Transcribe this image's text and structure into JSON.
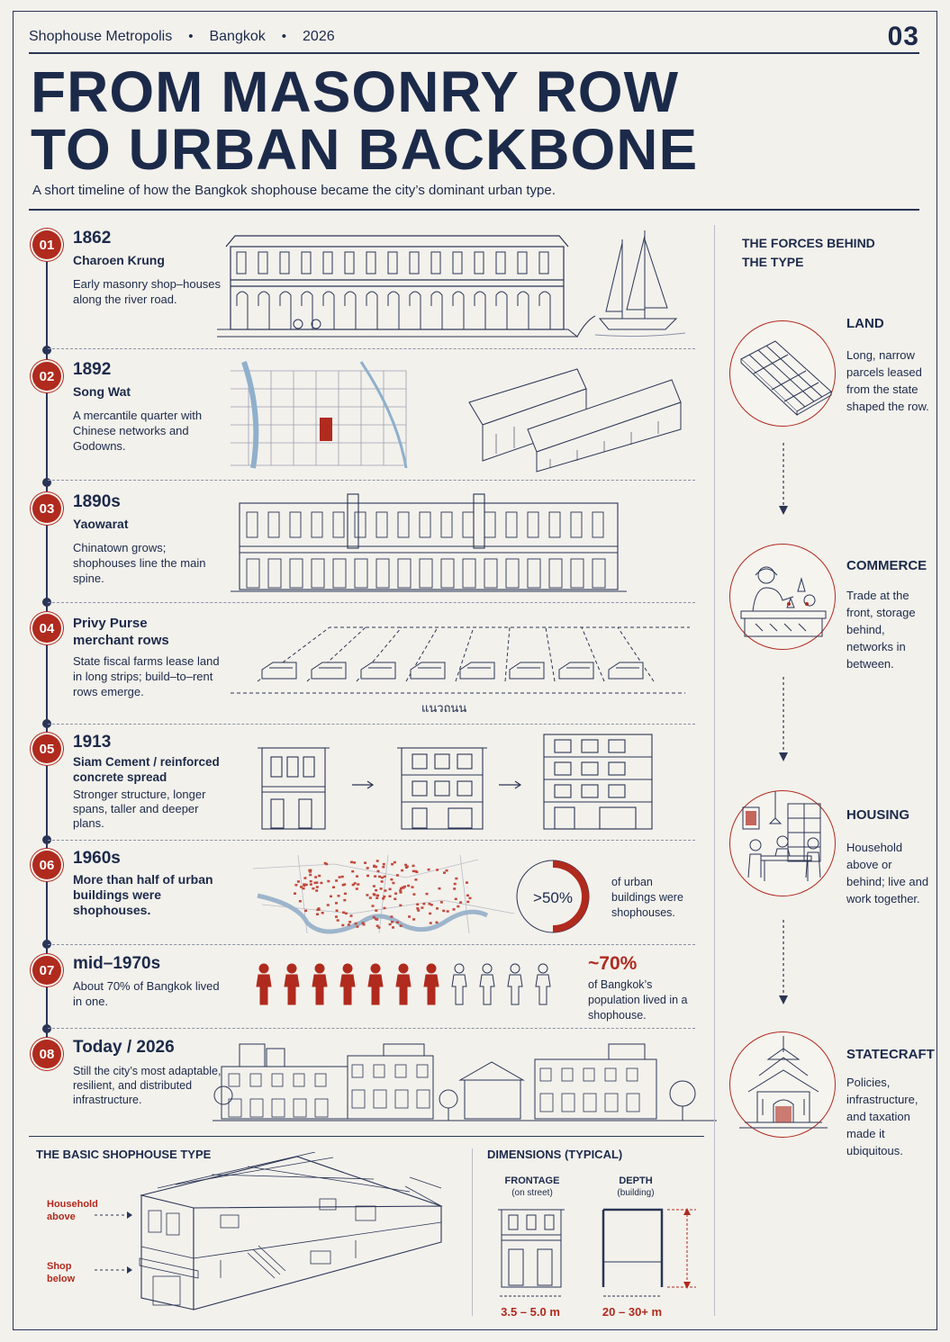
{
  "header": {
    "series": "Shophouse Metropolis",
    "city": "Bangkok",
    "year": "2026",
    "dot": "•",
    "page_number": "03",
    "title_line1": "FROM MASONRY ROW",
    "title_line2": "TO URBAN BACKBONE",
    "subtitle": "A short timeline of how the Bangkok shophouse became the city’s dominant urban type."
  },
  "timeline": [
    {
      "num": "01",
      "year": "1862",
      "place": "Charoen Krung",
      "desc": "Early masonry shop–houses along the river road."
    },
    {
      "num": "02",
      "year": "1892",
      "place": "Song Wat",
      "desc": "A mercantile quarter with Chinese networks and Godowns."
    },
    {
      "num": "03",
      "year": "1890s",
      "place": "Yaowarat",
      "desc": "Chinatown grows; shophouses line the main spine."
    },
    {
      "num": "04",
      "year": "Privy Purse",
      "place": "merchant rows",
      "desc": "State fiscal farms lease land in long strips; build–to–rent rows emerge.",
      "road_label": "แนวถนน"
    },
    {
      "num": "05",
      "year": "1913",
      "place": "Siam Cement / reinforced concrete spread",
      "desc": "Stronger structure, longer spans, taller and deeper plans."
    },
    {
      "num": "06",
      "year": "1960s",
      "place": "More than half of urban buildings were shophouses.",
      "desc": "",
      "stat": ">50%",
      "stat_text": "of urban buildings were shophouses."
    },
    {
      "num": "07",
      "year": "mid–1970s",
      "place": "",
      "desc": "About 70% of Bangkok lived in one.",
      "stat": "~70%",
      "stat_text": "of Bangkok’s population lived in a shophouse."
    },
    {
      "num": "08",
      "year": "Today / 2026",
      "place": "",
      "desc": "Still the city’s most adaptable, resilient, and distributed infrastructure."
    }
  ],
  "chart_data": [
    {
      "type": "pie",
      "title": "",
      "categories": [
        "shophouses",
        "other"
      ],
      "values": [
        50,
        50
      ],
      "label": ">50%"
    },
    {
      "type": "bar",
      "title": "",
      "categories": [
        "lived in a shophouse",
        "other"
      ],
      "values": [
        7,
        4
      ],
      "label": "~70%"
    }
  ],
  "sidebar": {
    "title": "THE FORCES BEHIND THE TYPE",
    "forces": [
      {
        "name": "LAND",
        "icon": "land-parcel-icon",
        "text": "Long, narrow parcels leased from the state shaped the row."
      },
      {
        "name": "COMMERCE",
        "icon": "merchant-icon",
        "text": "Trade at the front, storage behind, networks in between."
      },
      {
        "name": "HOUSING",
        "icon": "family-table-icon",
        "text": "Household above or behind; live and work together."
      },
      {
        "name": "STATECRAFT",
        "icon": "palace-icon",
        "text": "Policies, infrastructure, and taxation made it ubiquitous."
      }
    ]
  },
  "bottom": {
    "basic_title": "THE BASIC SHOPHOUSE TYPE",
    "household_label": "Household above",
    "shop_label": "Shop below",
    "dims_title": "DIMENSIONS (TYPICAL)",
    "frontage_label": "FRONTAGE",
    "frontage_sub": "(on street)",
    "frontage_value": "3.5 – 5.0 m",
    "depth_label": "DEPTH",
    "depth_sub": "(building)",
    "depth_value": "20 – 30+ m"
  },
  "colors": {
    "accent": "#b02a1e",
    "ink": "#1c2a4a",
    "paper": "#f3f1ec"
  }
}
